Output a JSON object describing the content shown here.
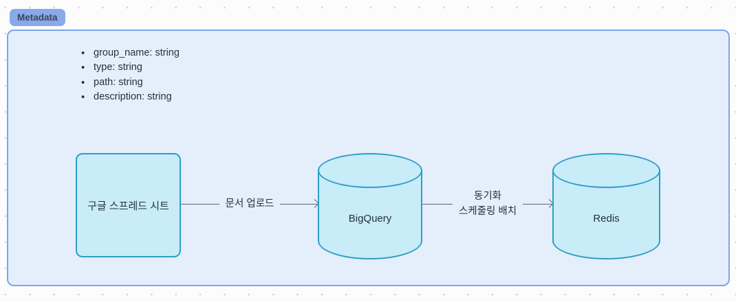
{
  "canvas": {
    "group": {
      "label": "Metadata",
      "attributes": [
        "group_name: string",
        "type: string",
        "path: string",
        "description: string"
      ]
    },
    "nodes": {
      "sheet": {
        "label": "구글 스프레드 시트",
        "shape": "rectangle"
      },
      "bigquery": {
        "label": "BigQuery",
        "shape": "cylinder"
      },
      "redis": {
        "label": "Redis",
        "shape": "cylinder"
      }
    },
    "edges": {
      "upload": {
        "from": "구글 스프레드 시트",
        "to": "BigQuery",
        "label": "문서 업로드"
      },
      "sync": {
        "from": "BigQuery",
        "to": "Redis",
        "label": "동기화\n스케줄링 배치"
      }
    },
    "colors": {
      "canvas_bg": "#fcfcfd",
      "dot_grid": "#d2d5d9",
      "group_fill": "#e5eefb",
      "group_border": "#7aa5f0",
      "badge_fill": "#8aa9ed",
      "badge_text": "#3c4456",
      "node_fill": "#c8ecf8",
      "node_border": "#2d9ec6",
      "text": "#25303f",
      "edge_stroke": "#5d6977"
    }
  }
}
